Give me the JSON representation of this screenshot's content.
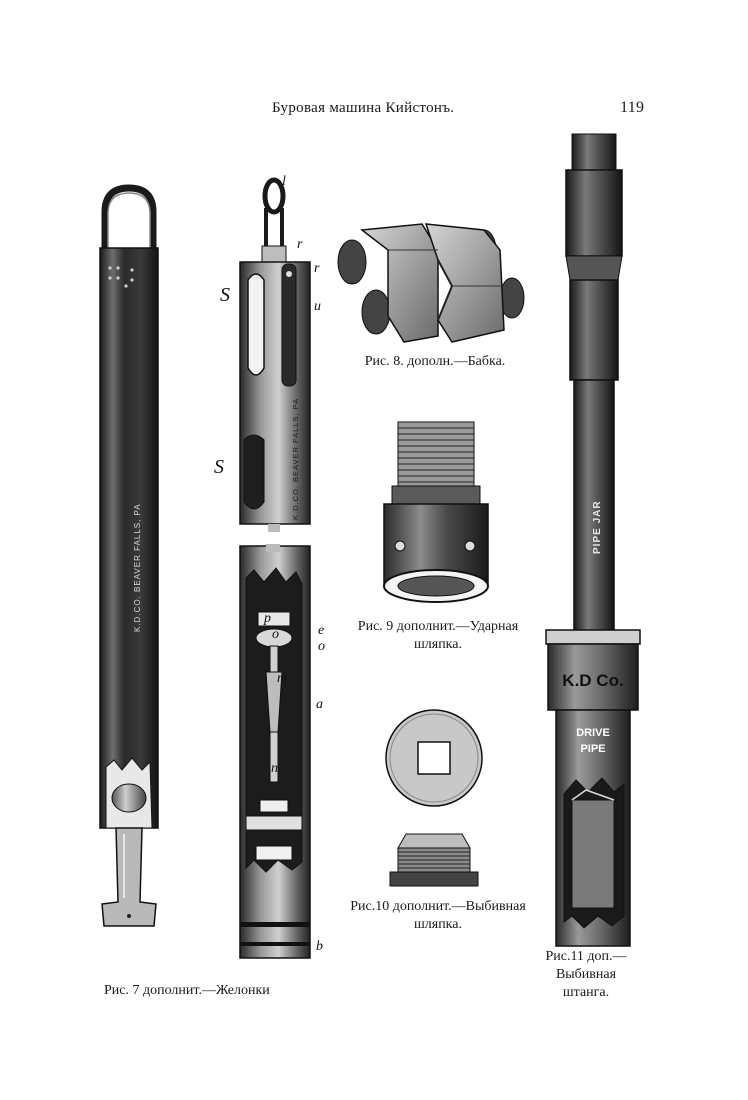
{
  "header": {
    "running_title": "Буровая машина Кийстонъ.",
    "page_number": "119"
  },
  "figures": {
    "bailer": {
      "caption": "Рис. 7 дополнит.—Желонки",
      "stamp": "K.D.CO. BEAVER FALLS, PA"
    },
    "bailer_section": {
      "stamp": "K.D.CO. BEAVER FALLS, PA",
      "labels": [
        "l",
        "r",
        "r",
        "S",
        "u",
        "S",
        "p",
        "o",
        "e",
        "o",
        "m",
        "a",
        "n",
        "b"
      ]
    },
    "clamp": {
      "caption": "Рис. 8. дополн.—Бабка."
    },
    "drive_cap": {
      "caption_line1": "Рис. 9 дополнит.—Ударная",
      "caption_line2": "шляпка."
    },
    "drive_head": {
      "caption_line1": "Рис.10 дополнит.—Выбивная",
      "caption_line2": "шляпка."
    },
    "pipe_jar": {
      "caption_line1": "Рис.11 доп.—",
      "caption_line2": "Выбивная",
      "caption_line3": "штанга.",
      "stamp_jar": "PIPE JAR",
      "stamp_collar": "K.D Co.",
      "stamp_drive_1": "DRIVE",
      "stamp_drive_2": "PIPE"
    }
  }
}
